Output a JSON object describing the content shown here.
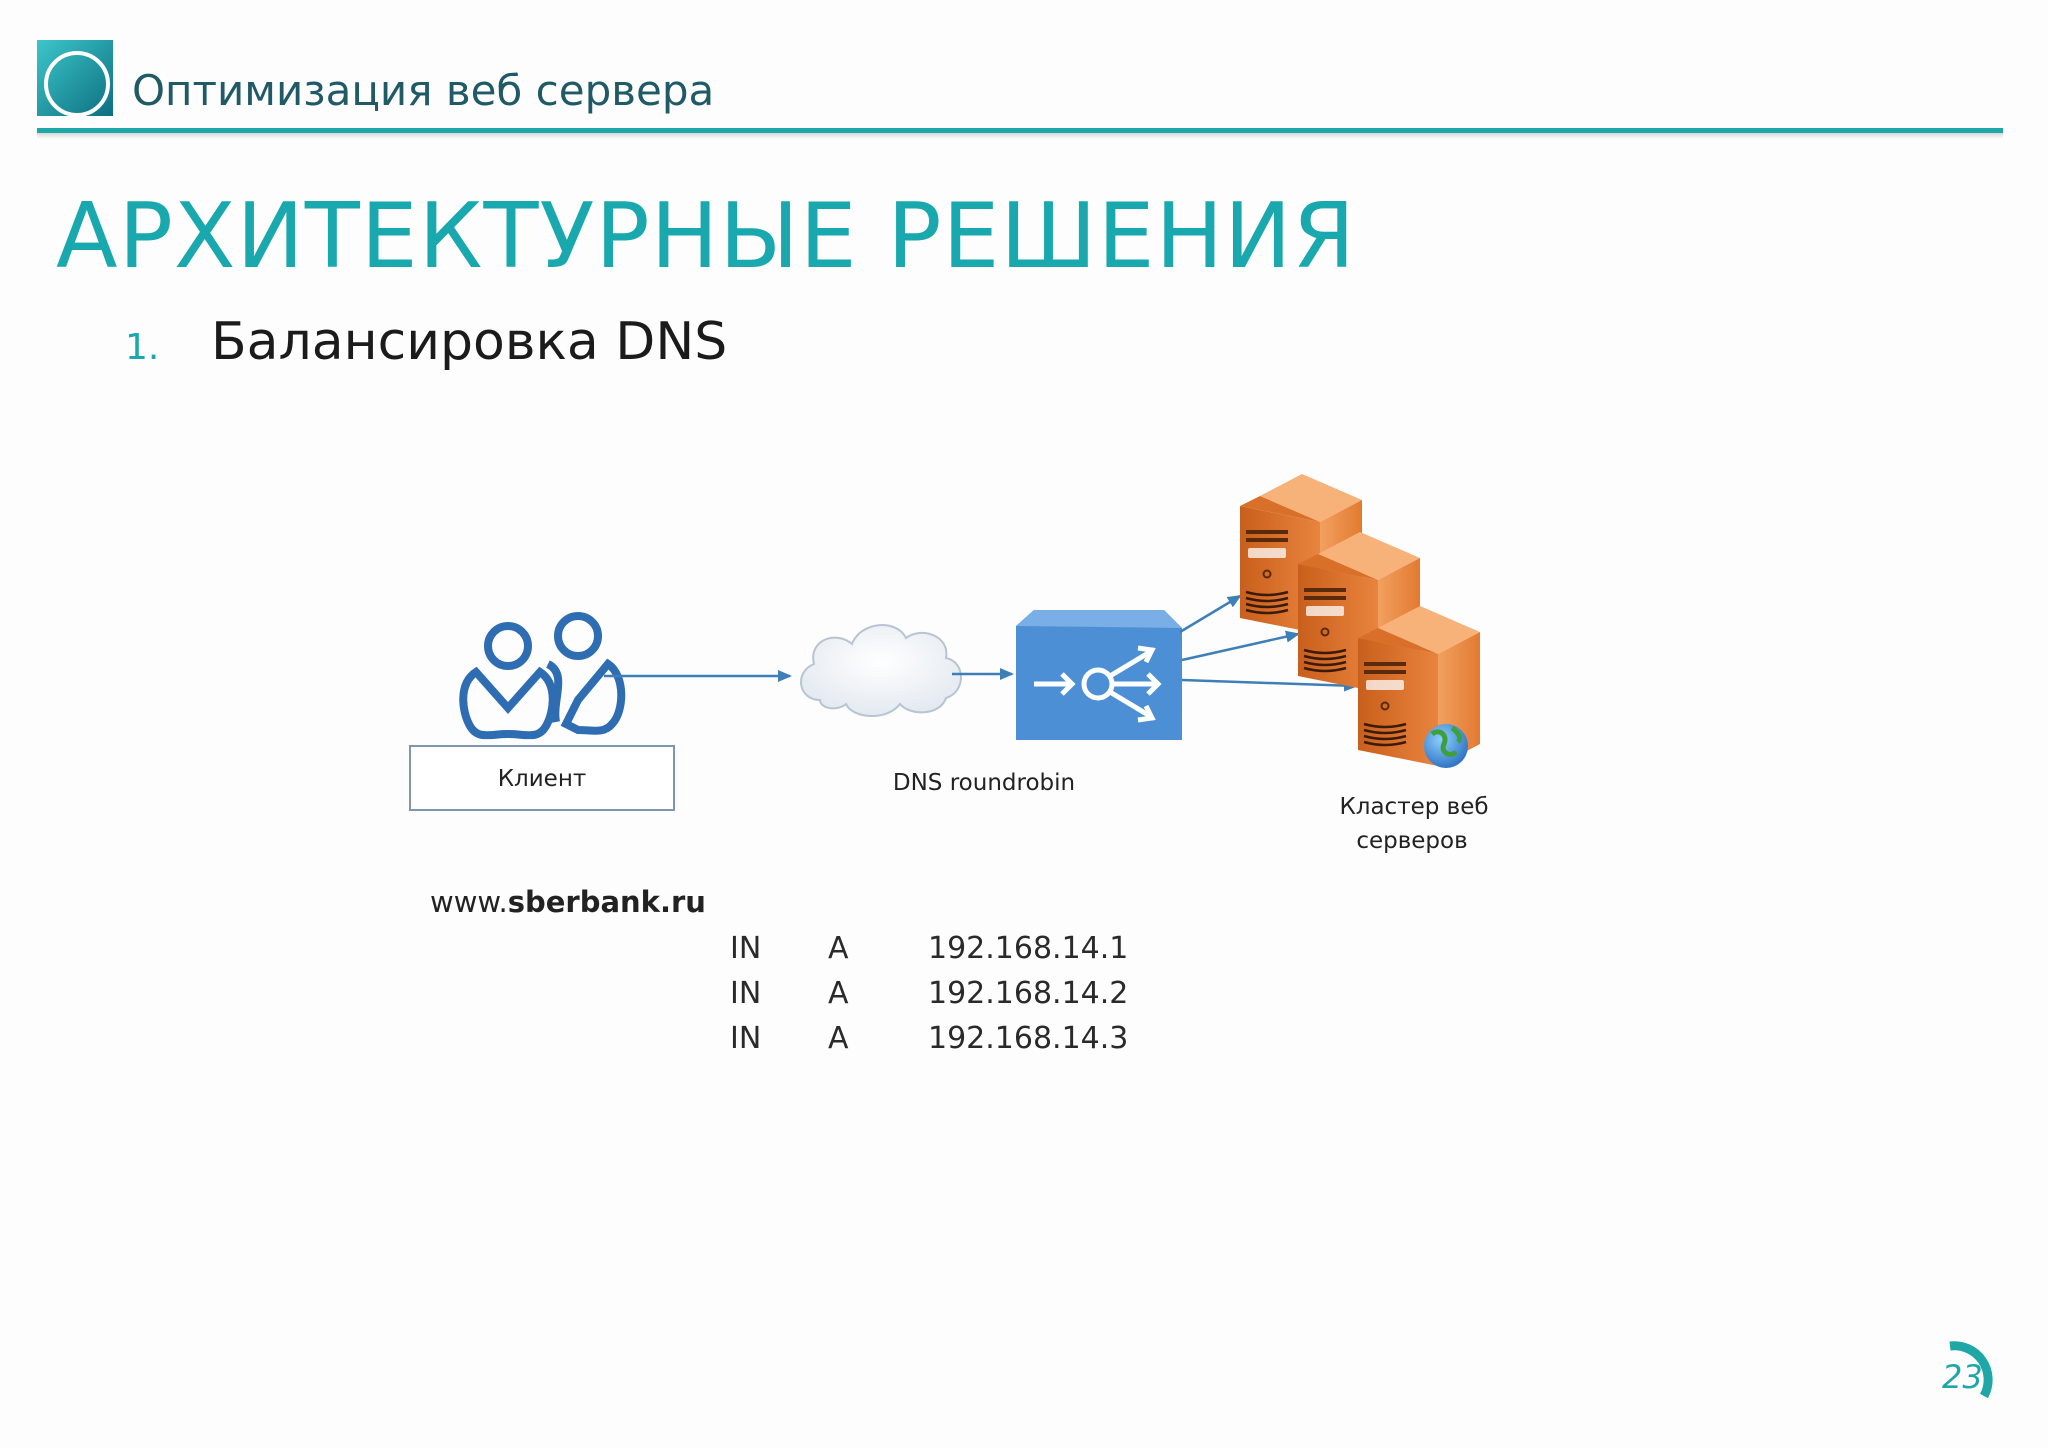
{
  "header": {
    "title": "Оптимизация веб сервера"
  },
  "slide_title": "АРХИТЕКТУРНЫЕ РЕШЕНИЯ",
  "list": [
    {
      "number": "1.",
      "text": "Балансировка DNS"
    }
  ],
  "diagram": {
    "client_label": "Клиент",
    "dns_label": "DNS roundrobin",
    "cluster_label_line1": "Кластер веб",
    "cluster_label_line2": "серверов"
  },
  "dns_records": {
    "domain_prefix": "www.",
    "domain_name": "sberbank.ru",
    "rows": [
      {
        "class": "IN",
        "type": "A",
        "address": "192.168.14.1"
      },
      {
        "class": "IN",
        "type": "A",
        "address": "192.168.14.2"
      },
      {
        "class": "IN",
        "type": "A",
        "address": "192.168.14.3"
      }
    ]
  },
  "page_number": "23",
  "colors": {
    "accent": "#1fa7a8",
    "title": "#19a8ad",
    "server": "#e8843e",
    "balancer": "#4d8fd4"
  }
}
